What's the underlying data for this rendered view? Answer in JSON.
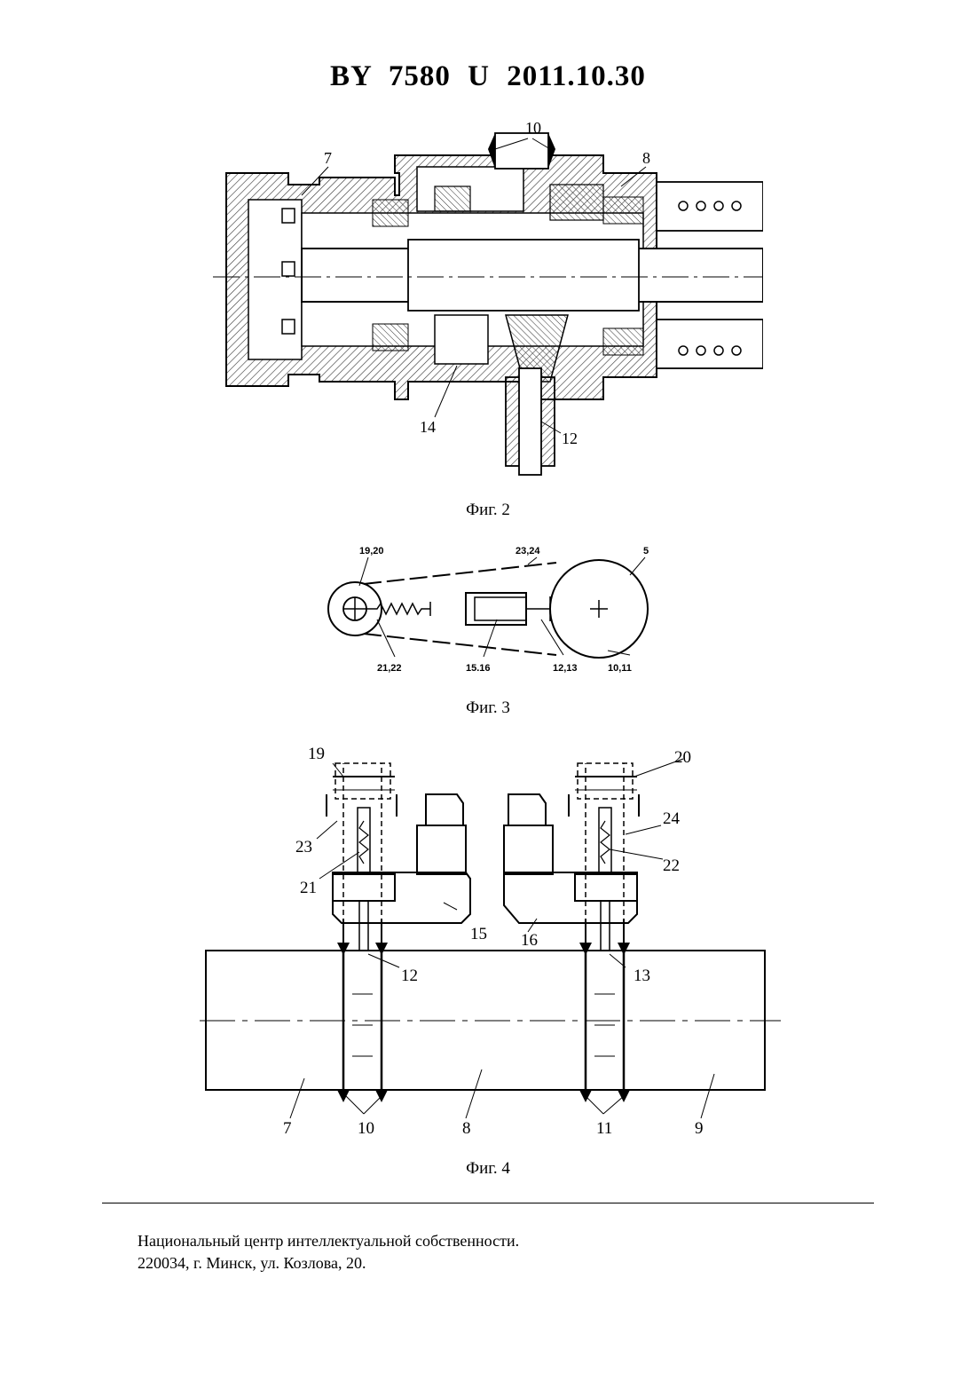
{
  "header": {
    "title": "BY  7580  U  2011.10.30"
  },
  "figures": [
    {
      "caption": "Фиг. 2",
      "labels": [
        "10",
        "7",
        "8",
        "14",
        "12"
      ]
    },
    {
      "caption": "Фиг. 3",
      "labels": [
        "19,20",
        "23,24",
        "5",
        "21,22",
        "15.16",
        "12,13",
        "10,11"
      ]
    },
    {
      "caption": "Фиг. 4",
      "labels": [
        "19",
        "20",
        "23",
        "24",
        "21",
        "22",
        "15",
        "16",
        "12",
        "13",
        "7",
        "10",
        "8",
        "11",
        "9"
      ]
    }
  ],
  "footer": {
    "line1": "Национальный центр интеллектуальной собственности.",
    "line2": "220034, г. Минск, ул. Козлова, 20."
  }
}
